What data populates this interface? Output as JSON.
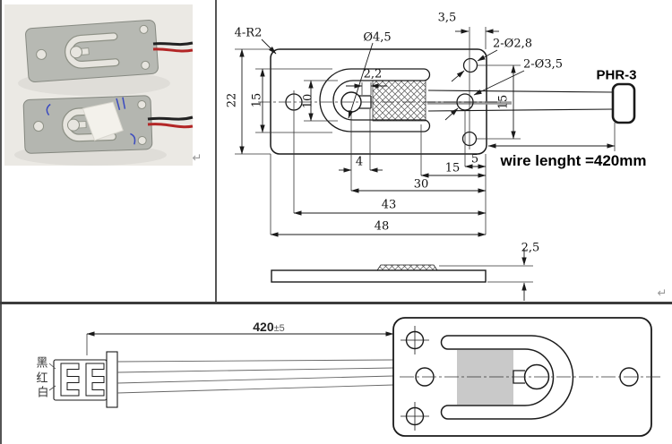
{
  "icons": {
    "return": "↵"
  },
  "top_drawing": {
    "labels": {
      "corner_radius": "4-R2",
      "center_hole": "Ø4,5",
      "tab_width": "2,2",
      "hole_edge_offset": "3,5",
      "small_holes": "2-Ø2,8",
      "mount_holes": "2-Ø3,5",
      "connector": "PHR-3",
      "height": "22",
      "slot_outer": "15",
      "slot_inner": "10",
      "dim_4": "4",
      "dim_5": "5",
      "dim_15_bottom": "15",
      "dim_30": "30",
      "dim_43": "43",
      "dim_48": "48",
      "hole_spacing": "15",
      "wire_note": "wire lenght =420mm",
      "thickness": "2,5"
    }
  },
  "bottom_drawing": {
    "wire_length_value": "420",
    "wire_length_tolerance": "±5",
    "wire_labels": {
      "black": "黑",
      "red": "红",
      "white": "白"
    }
  },
  "colors": {
    "line": "#1a1a1a",
    "sensor_fill": "#c9c9c9",
    "wire_red": "#b32626",
    "wire_black": "#222222"
  }
}
